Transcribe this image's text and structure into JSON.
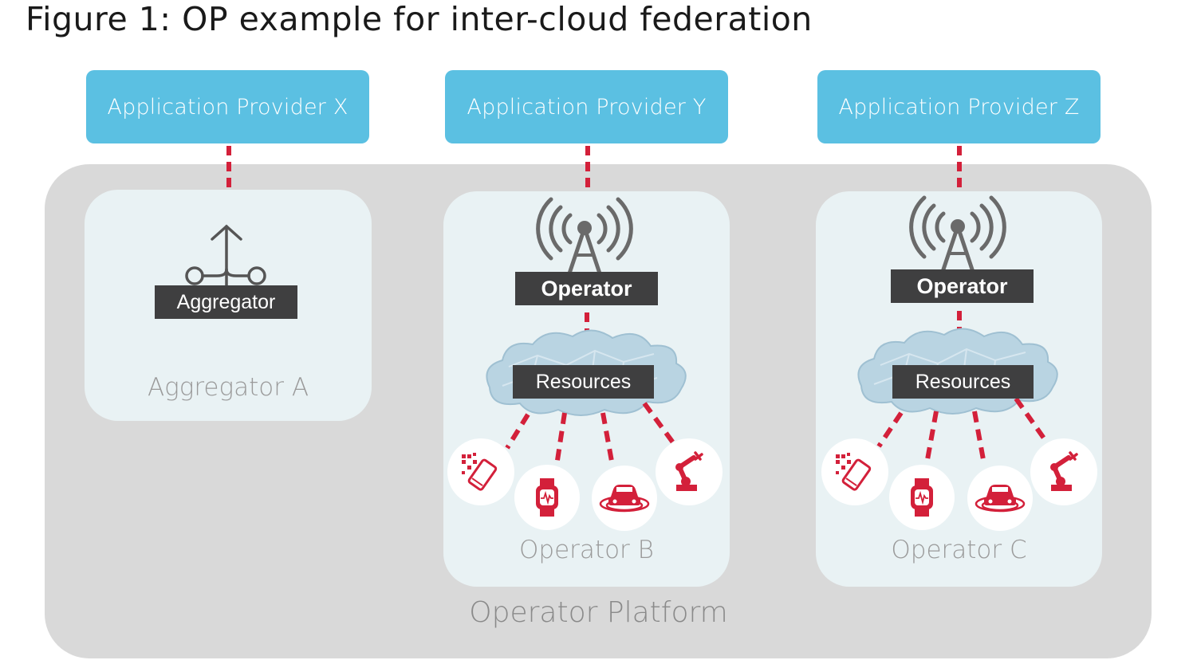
{
  "figure": {
    "title": "Figure 1: OP example for inter-cloud federation"
  },
  "providers": [
    {
      "label": "Application Provider X"
    },
    {
      "label": "Application Provider Y"
    },
    {
      "label": "Application Provider Z"
    }
  ],
  "platform": {
    "label": "Operator Platform"
  },
  "aggregator_panel": {
    "name": "Aggregator A",
    "badge": "Aggregator",
    "icon": "aggregator-fork-icon"
  },
  "operator_panels": [
    {
      "name": "Operator B",
      "badge": "Operator",
      "resources": "Resources",
      "devices": [
        "smartphone-icon",
        "smartwatch-icon",
        "connected-car-icon",
        "robot-arm-icon"
      ]
    },
    {
      "name": "Operator C",
      "badge": "Operator",
      "resources": "Resources",
      "devices": [
        "smartphone-icon",
        "smartwatch-icon",
        "connected-car-icon",
        "robot-arm-icon"
      ]
    }
  ],
  "colors": {
    "provider": "#5bc0e2",
    "platform": "#d9d9d9",
    "panel": "#e9f2f4",
    "label_dark": "#3f3f40",
    "link_dashed": "#d3203a",
    "cloud": "#b9d4e2"
  }
}
